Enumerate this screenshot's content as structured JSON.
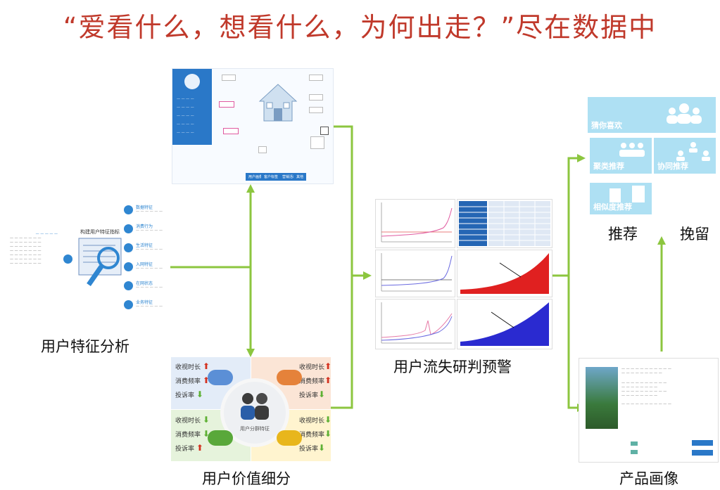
{
  "headline": "“爱看什么，想看什么，为何出走？”尽在数据中",
  "captions": {
    "feature_analysis": "用户特征分析",
    "value_segmentation": "用户价值细分",
    "churn_warning": "用户流失研判预警",
    "recommend": "推荐",
    "retain": "挽留",
    "product_portrait": "产品画像"
  },
  "feature_panel": {
    "title": "构建用户特征指标",
    "items": [
      "数据特征",
      "消费行为",
      "生活特征",
      "入网特征",
      "在网状态",
      "业务特征"
    ]
  },
  "profile_panel": {
    "buttons": [
      "用户画像",
      "客户标签",
      "营销活动",
      "其他"
    ]
  },
  "value_panel": {
    "metrics_a": [
      "收视时长",
      "消费频率",
      "投诉率"
    ],
    "metrics_b": [
      "收视时长",
      "消费频率",
      "投诉率"
    ],
    "metrics_c": [
      "收视时长",
      "消费频率",
      "投诉率"
    ],
    "metrics_d": [
      "收视时长",
      "消费频率",
      "投诉率"
    ],
    "center": "用户分群特征"
  },
  "recommend_tiles": {
    "guess": "猜你喜欢",
    "cluster": "聚类推荐",
    "collab": "协同推荐",
    "similar": "相似度推荐"
  },
  "colors": {
    "headline": "#c0392b",
    "connector": "#8cc63f",
    "tile": "#aee0f3",
    "panel_blue": "#2a78c8"
  }
}
